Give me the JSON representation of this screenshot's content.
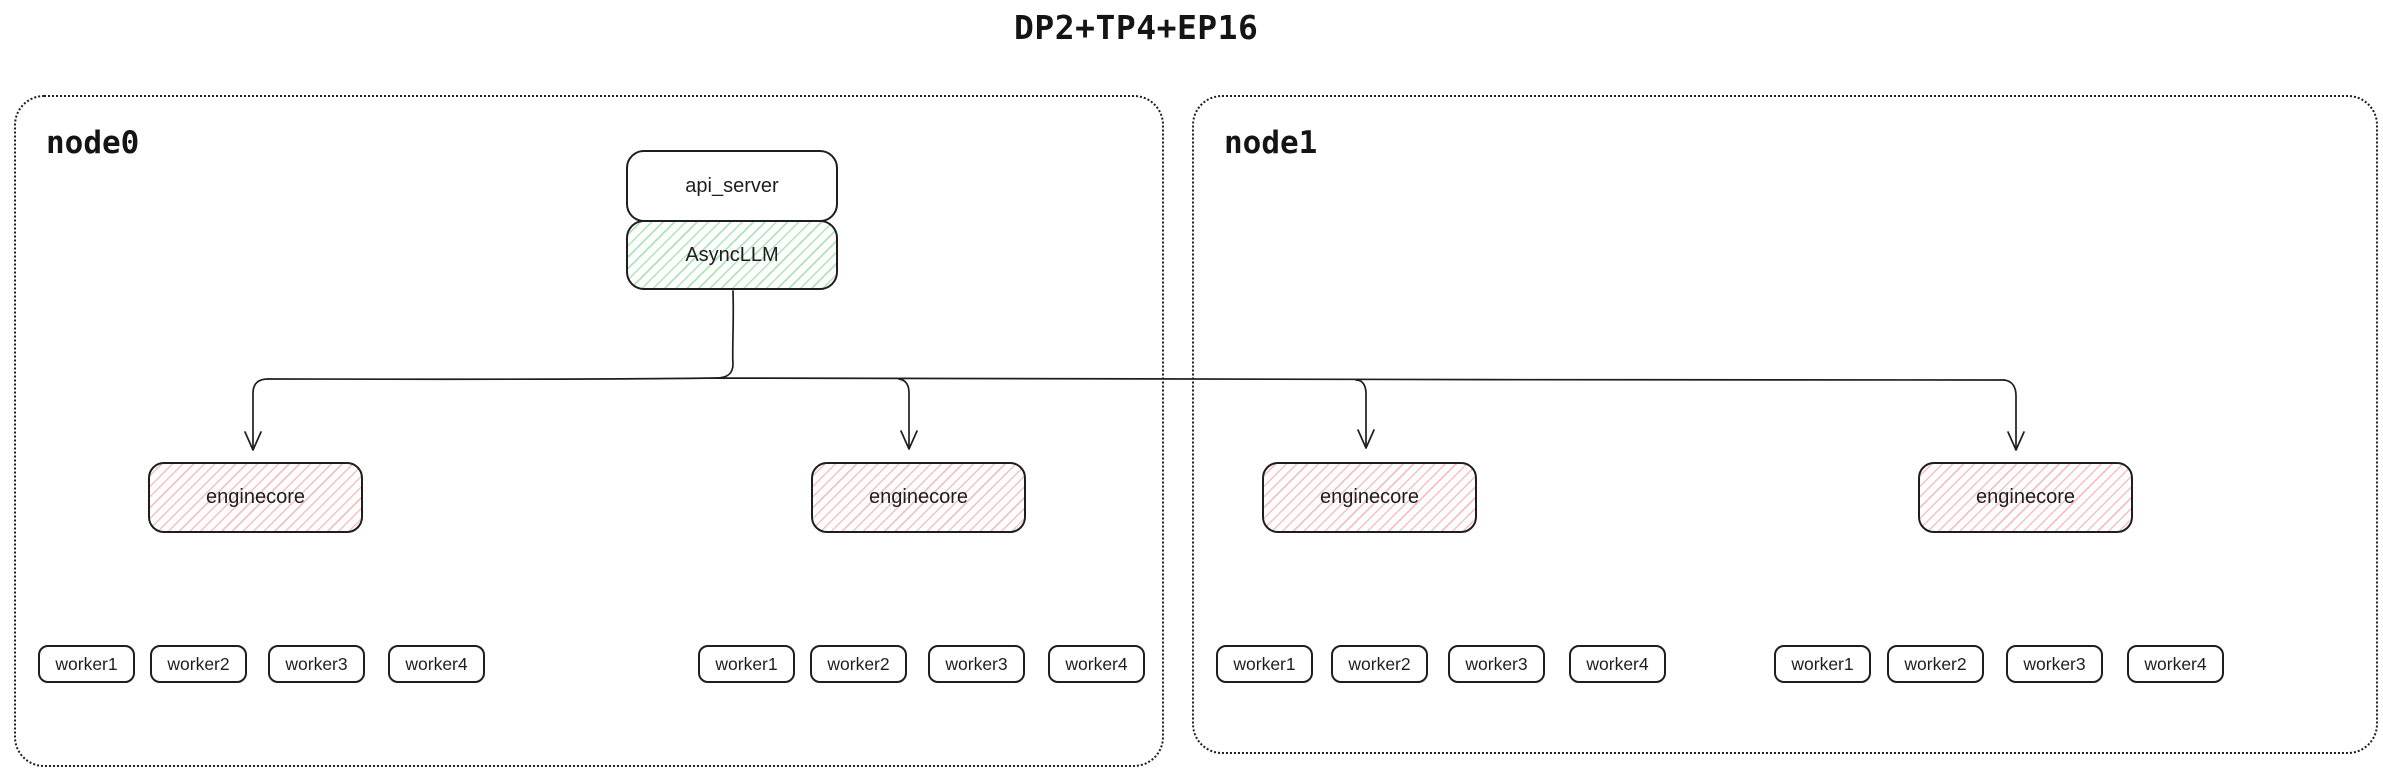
{
  "title": "DP2+TP4+EP16",
  "api_server": {
    "label": "api_server"
  },
  "async_llm": {
    "label": "AsyncLLM"
  },
  "nodes": [
    {
      "label": "node0",
      "groups": [
        {
          "enginecore": "enginecore",
          "workers": [
            "worker1",
            "worker2",
            "worker3",
            "worker4"
          ]
        },
        {
          "enginecore": "enginecore",
          "workers": [
            "worker1",
            "worker2",
            "worker3",
            "worker4"
          ]
        }
      ]
    },
    {
      "label": "node1",
      "groups": [
        {
          "enginecore": "enginecore",
          "workers": [
            "worker1",
            "worker2",
            "worker3",
            "worker4"
          ]
        },
        {
          "enginecore": "enginecore",
          "workers": [
            "worker1",
            "worker2",
            "worker3",
            "worker4"
          ]
        }
      ]
    }
  ],
  "colors": {
    "stroke": "#1e1e1e",
    "async_llm_hatch": "#40c057",
    "enginecore_hatch": "#e03131",
    "background": "#ffffff"
  }
}
